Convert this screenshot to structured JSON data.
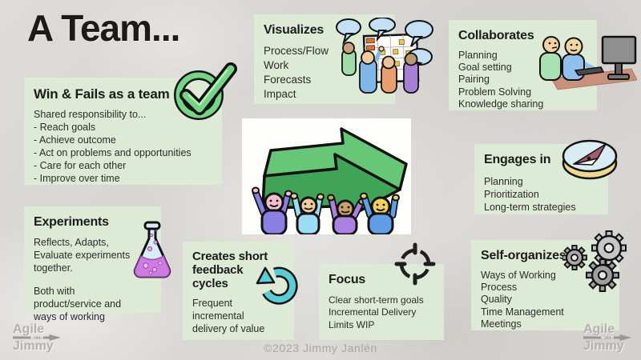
{
  "title": "A Team...",
  "boxes": {
    "win_fails": {
      "title": "Win & Fails as a team",
      "intro": "Shared responsibility to...",
      "items": [
        "- Reach goals",
        "- Achieve outcome",
        "- Act on problems and opportunities",
        "- Care for each other",
        "- Improve over time"
      ],
      "icon": "check-circle"
    },
    "visualizes": {
      "title": "Visualizes",
      "items": [
        "Process/Flow",
        "Work",
        "Forecasts",
        "Impact"
      ],
      "icon": "team-at-sticky-board"
    },
    "collaborates": {
      "title": "Collaborates",
      "items": [
        "Planning",
        "Goal setting",
        "Pairing",
        "Problem Solving",
        "Knowledge sharing"
      ],
      "icon": "pair-at-computer"
    },
    "engages": {
      "title": "Engages in",
      "items": [
        "Planning",
        "Prioritization",
        "Long-term strategies"
      ],
      "icon": "compass"
    },
    "experiments": {
      "title": "Experiments",
      "paragraphs": [
        "Reflects, Adapts, Evaluate experiments together.",
        "Both with product/service and ways of working"
      ],
      "icon": "flask"
    },
    "feedback": {
      "title": "Creates short feedback cycles",
      "body": "Frequent incremental delivery of value",
      "icon": "cycle-arrow"
    },
    "focus": {
      "title": "Focus",
      "items": [
        "Clear short-term goals",
        "Incremental Delivery",
        "Limits WIP"
      ],
      "icon": "crosshair"
    },
    "self_organizes": {
      "title": "Self-organizes",
      "items": [
        "Ways of Working",
        "Process",
        "Quality",
        "Time Management",
        "Meetings"
      ],
      "icon": "gears"
    }
  },
  "center_illustration": "four-people-carrying-green-arrow",
  "footer": {
    "copyright": "©2023 Jimmy Janlén"
  },
  "watermark": {
    "top": "Agile",
    "mid": "WITH",
    "bottom": "Jimmy"
  },
  "colors": {
    "background": "#d8d6d2",
    "box_bg": "#dcead6",
    "title_text": "#1d1b19",
    "body_text": "#2e2c2a",
    "arrow_green_top": "#66c776",
    "arrow_green_front": "#3fa455",
    "check_green": "#72d684",
    "cycle_cyan": "#58cdd8",
    "flask_liquid": "#cf7ce0",
    "compass_face": "#d9ecf4",
    "compass_rim": "#eed98a",
    "gear_gray": "#b0b0b0",
    "watermark_gray": "#b3b1ad"
  }
}
